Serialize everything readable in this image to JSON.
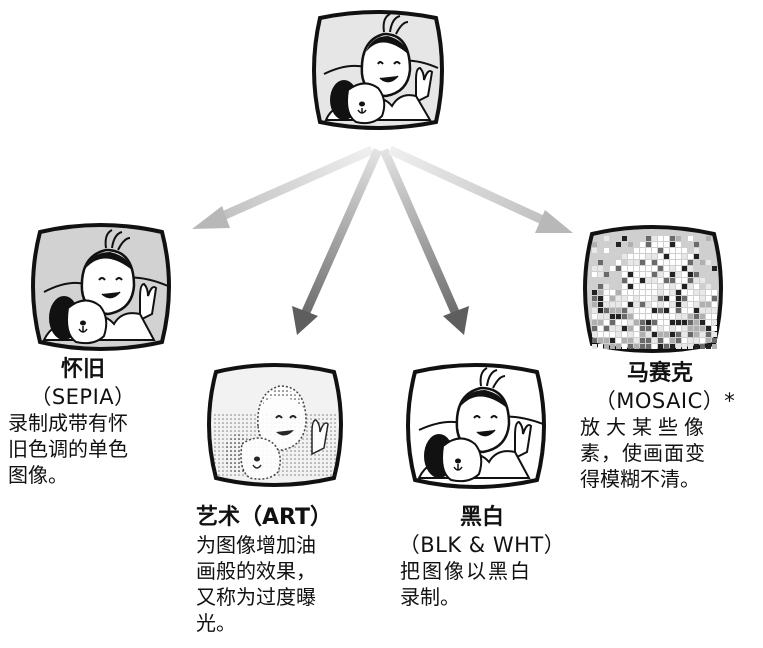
{
  "effects": [
    {
      "id": "sepia",
      "title": "怀旧",
      "subtitle": "（SEPIA）",
      "description": [
        "录制成带有怀",
        "旧色调的单色",
        "图像。"
      ]
    },
    {
      "id": "art",
      "title": "艺术（ART）",
      "subtitle": "",
      "description": [
        "为图像增加油",
        "画般的效果，",
        "又称为过度曝",
        "光。"
      ]
    },
    {
      "id": "bw",
      "title": "黑白",
      "subtitle": "（BLK & WHT）",
      "description": [
        "把图像以黑白",
        "录制。"
      ]
    },
    {
      "id": "mosaic",
      "title": "马赛克",
      "subtitle": "（MOSAIC）*",
      "description": [
        "放大某些像",
        "素，使画面变",
        "得模糊不清。"
      ]
    }
  ],
  "colors": {
    "sepia_fill": "#d2d2d2",
    "normal_fill": "#e6e6e6",
    "art_fill": "#f2f2f2",
    "mosaic_fill": "#cfcfcf",
    "arrow_light": "#c4c4c4",
    "arrow_dark": "#6e6e6e"
  },
  "icons": [
    "tv-screen-icon",
    "girl-with-dog-icon",
    "arrow-icon"
  ]
}
